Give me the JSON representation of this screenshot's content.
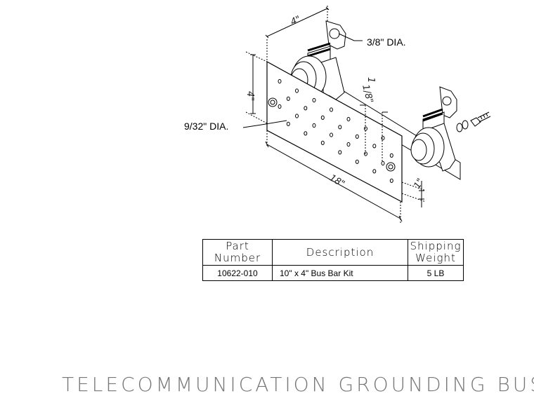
{
  "callouts": {
    "bolt_hole": "3/8\" DIA.",
    "plate_hole": "9/32\" DIA."
  },
  "dimensions": {
    "bracket_depth": "4\"",
    "plate_height": "4\"",
    "standoff_a": "1",
    "standoff_b": "1/8\"",
    "plate_length": "18\"",
    "edge_offset": "1\""
  },
  "table": {
    "headers": {
      "part_number": [
        "Part",
        "Number"
      ],
      "description": [
        "Description"
      ],
      "shipping_weight": [
        "Shipping",
        "Weight"
      ]
    },
    "rows": [
      {
        "part_number": "10622-010",
        "description": "10\" x 4\" Bus Bar Kit",
        "shipping_weight": "5 LB"
      }
    ]
  },
  "footer": {
    "title": "TELECOMMUNICATION GROUNDING BUSBAR"
  }
}
